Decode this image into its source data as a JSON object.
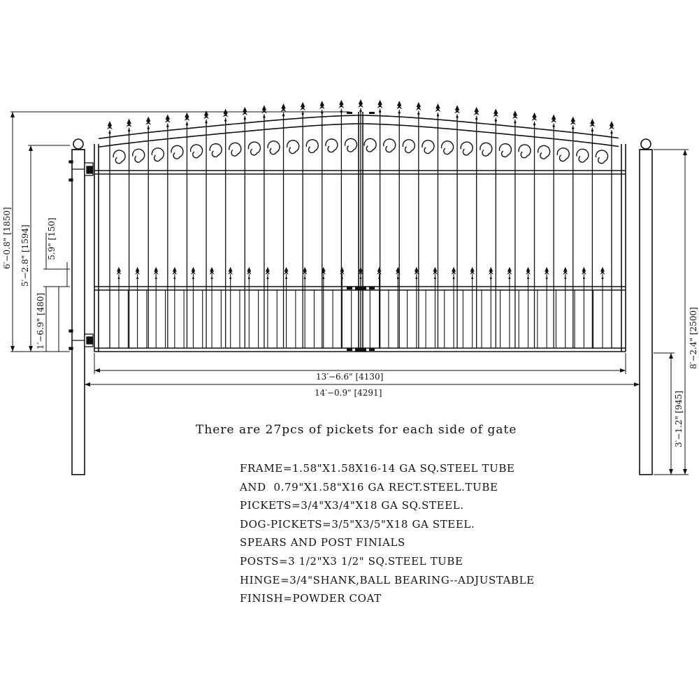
{
  "dimensions": {
    "overall_height": "6′−0.8\" [1850]",
    "post_to_rail_height": "5′−2.8\" [1594]",
    "spear_height": "5.9\" [150]",
    "bottom_rail_height": "1′−6.9\" [480]",
    "gate_width": "13′−6.6\" [4130]",
    "overall_width": "14′−0.9\" [4291]",
    "post_height": "8′−2.4\" [2500]",
    "post_burial": "3′−1.2\" [945]"
  },
  "note": "There are 27pcs of pickets for each side of gate",
  "specs": [
    "FRAME=1.58\"X1.58X16-14 GA SQ.STEEL TUBE",
    "AND  0.79\"X1.58\"X16 GA RECT.STEEL.TUBE",
    "PICKETS=3/4\"X3/4\"X18 GA SQ.STEEL.",
    "DOG-PICKETS=3/5\"X3/5\"X18 GA STEEL.",
    "SPEARS AND POST FINIALS",
    "POSTS=3 1/2\"X3 1/2\" SQ.STEEL TUBE",
    "HINGE=3/4\"SHANK,BALL BEARING--ADJUSTABLE",
    "FINISH=POWDER COAT"
  ],
  "colors": {
    "line": "#111111",
    "background": "#ffffff"
  }
}
